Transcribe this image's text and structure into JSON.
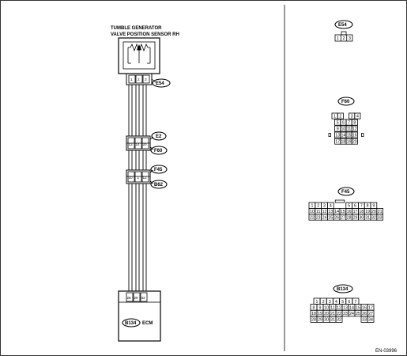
{
  "sensor": {
    "title_line1": "TUMBLE GENERATOR",
    "title_line2": "VALVE POSITION SENSOR RH",
    "pins": [
      "1",
      "2",
      "3"
    ]
  },
  "wiring_connectors": {
    "e54": "E54",
    "e2": "E2",
    "f60": "F60",
    "f45": "F45",
    "b62": "B62",
    "b134": "B134",
    "ecm": "ECM"
  },
  "pin_numbers": {
    "e2_f60": [
      "13",
      "14",
      "20"
    ],
    "f45_b62": [
      "10",
      "1",
      "12"
    ],
    "ecm": [
      "28",
      "29",
      "32"
    ]
  },
  "connector_views": {
    "e54": {
      "label": "E54",
      "cells": [
        "1",
        "2",
        "3"
      ]
    },
    "f60": {
      "label": "F60",
      "row1": [
        "1",
        "2",
        "",
        "3",
        "4"
      ],
      "row2": [
        "5",
        "6",
        "7",
        "8"
      ],
      "row3": [
        "9",
        "10",
        "11",
        "12"
      ],
      "row4": [
        "13",
        "14",
        "15",
        "16"
      ],
      "row5": [
        "17",
        "18",
        "19",
        "20"
      ]
    },
    "f45": {
      "label": "F45",
      "row1": [
        "1",
        "2",
        "3",
        "4",
        "",
        "",
        "5",
        "6",
        "7",
        "8",
        "9"
      ],
      "row2": [
        "10",
        "11",
        "12",
        "13",
        "14",
        "15",
        "16",
        "17",
        "18",
        "19",
        "20",
        "21"
      ],
      "row3": [
        "22",
        "23",
        "24",
        "25",
        "26",
        "27",
        "28",
        "29",
        "30",
        "31",
        "32",
        "33"
      ]
    },
    "b134": {
      "label": "B134",
      "row1": [
        "1",
        "2",
        "3",
        "4",
        "5",
        "6",
        "7"
      ],
      "row2": [
        "8",
        "9",
        "10",
        "11",
        "12",
        "13",
        "14",
        "15",
        "16",
        "17"
      ],
      "row3": [
        "18",
        "19",
        "20",
        "21",
        "22",
        "23",
        "24",
        "25",
        "26",
        "27"
      ],
      "row4": [
        "28",
        "29",
        "30",
        "31",
        "32",
        "",
        "",
        "",
        "33",
        "34"
      ]
    }
  },
  "figure_id": "EN-03996"
}
